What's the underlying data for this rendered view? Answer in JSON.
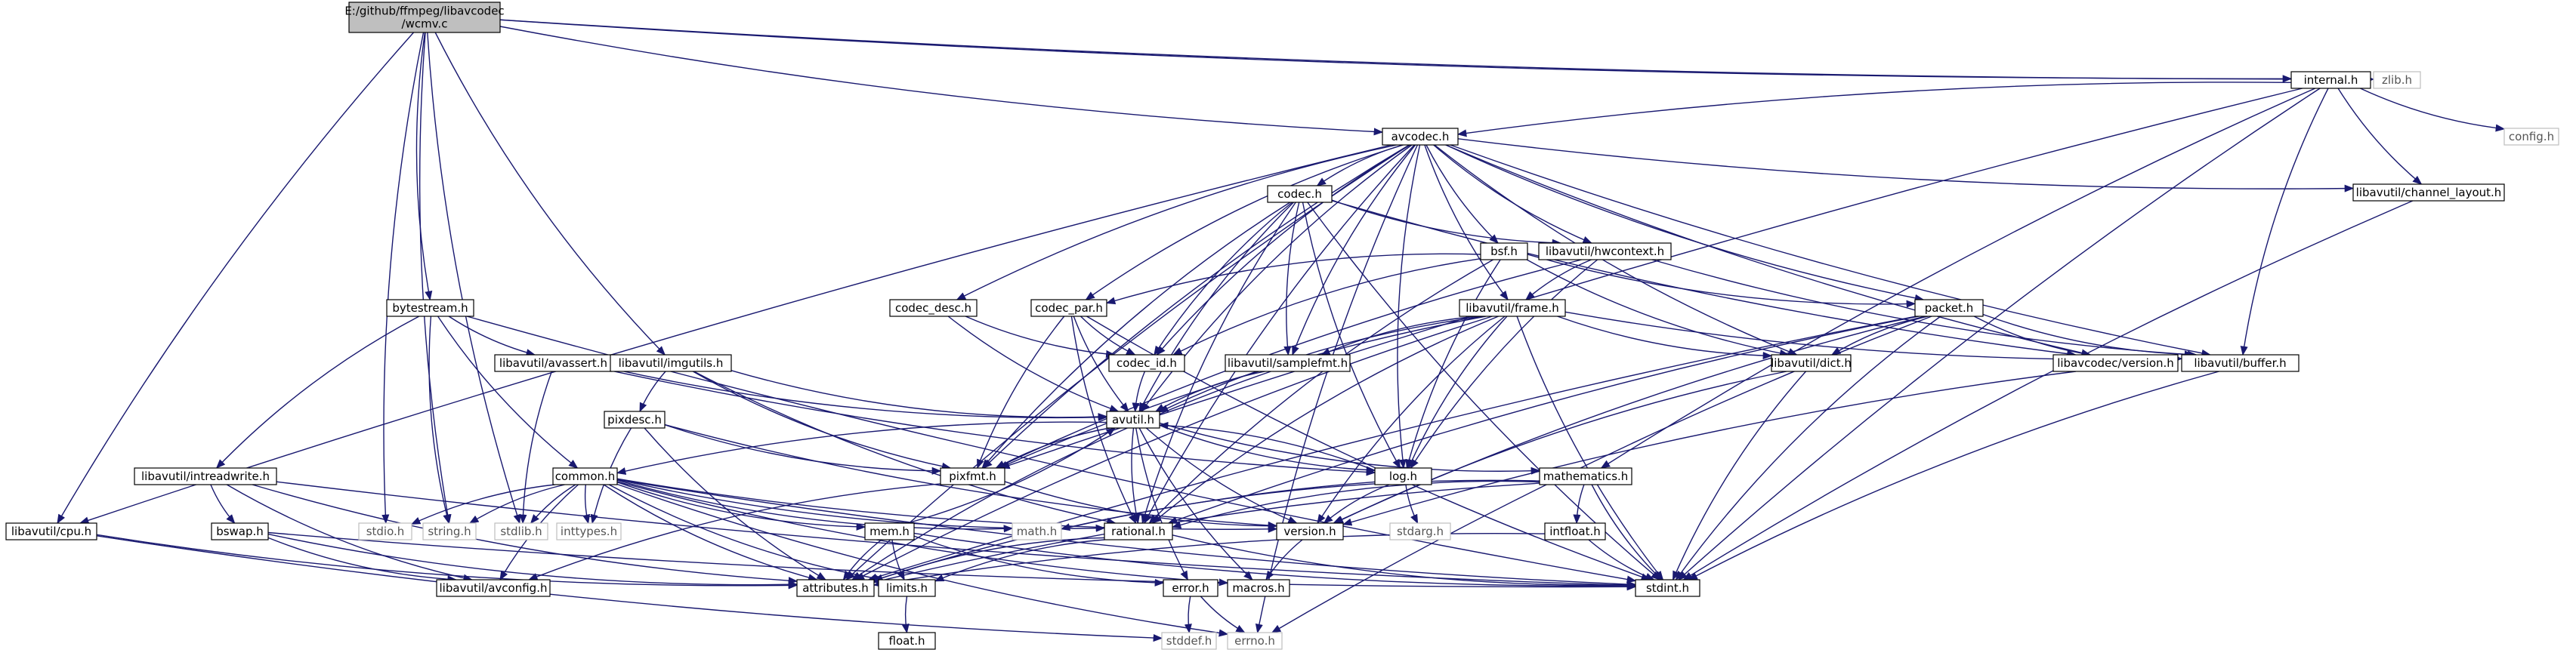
{
  "colors": {
    "edge": "#191970",
    "root_fill": "#bfbfbf",
    "node_border": "#000000",
    "system_border": "#bfbfbf"
  },
  "nodes": [
    {
      "id": "wcmv",
      "label": [
        "E:/github/ffmpeg/libavcodec",
        "/wcmv.c"
      ],
      "kind": "root"
    },
    {
      "id": "internal",
      "label": [
        "internal.h"
      ]
    },
    {
      "id": "zlib",
      "label": [
        "zlib.h"
      ],
      "kind": "sys"
    },
    {
      "id": "avcodec",
      "label": [
        "avcodec.h"
      ]
    },
    {
      "id": "config",
      "label": [
        "config.h"
      ],
      "kind": "sys"
    },
    {
      "id": "codec",
      "label": [
        "codec.h"
      ]
    },
    {
      "id": "chlayout",
      "label": [
        "libavutil/channel_layout.h"
      ]
    },
    {
      "id": "bsf",
      "label": [
        "bsf.h"
      ]
    },
    {
      "id": "hwcontext",
      "label": [
        "libavutil/hwcontext.h"
      ]
    },
    {
      "id": "bytestream",
      "label": [
        "bytestream.h"
      ]
    },
    {
      "id": "codecdesc",
      "label": [
        "codec_desc.h"
      ]
    },
    {
      "id": "codecpar",
      "label": [
        "codec_par.h"
      ]
    },
    {
      "id": "frame",
      "label": [
        "libavutil/frame.h"
      ]
    },
    {
      "id": "packet",
      "label": [
        "packet.h"
      ]
    },
    {
      "id": "avassert",
      "label": [
        "libavutil/avassert.h"
      ]
    },
    {
      "id": "imgutils",
      "label": [
        "libavutil/imgutils.h"
      ]
    },
    {
      "id": "codecid",
      "label": [
        "codec_id.h"
      ]
    },
    {
      "id": "samplefmt",
      "label": [
        "libavutil/samplefmt.h"
      ]
    },
    {
      "id": "dict",
      "label": [
        "libavutil/dict.h"
      ]
    },
    {
      "id": "lcversion",
      "label": [
        "libavcodec/version.h"
      ]
    },
    {
      "id": "buffer",
      "label": [
        "libavutil/buffer.h"
      ]
    },
    {
      "id": "pixdesc",
      "label": [
        "pixdesc.h"
      ]
    },
    {
      "id": "avutil",
      "label": [
        "avutil.h"
      ]
    },
    {
      "id": "intreadwrite",
      "label": [
        "libavutil/intreadwrite.h"
      ]
    },
    {
      "id": "common",
      "label": [
        "common.h"
      ]
    },
    {
      "id": "pixfmt",
      "label": [
        "pixfmt.h"
      ]
    },
    {
      "id": "log",
      "label": [
        "log.h"
      ]
    },
    {
      "id": "mathematics",
      "label": [
        "mathematics.h"
      ]
    },
    {
      "id": "cpu",
      "label": [
        "libavutil/cpu.h"
      ]
    },
    {
      "id": "bswap",
      "label": [
        "bswap.h"
      ]
    },
    {
      "id": "stdio",
      "label": [
        "stdio.h"
      ],
      "kind": "sys"
    },
    {
      "id": "string",
      "label": [
        "string.h"
      ],
      "kind": "sys"
    },
    {
      "id": "stdlib",
      "label": [
        "stdlib.h"
      ],
      "kind": "sys"
    },
    {
      "id": "inttypes",
      "label": [
        "inttypes.h"
      ],
      "kind": "sys"
    },
    {
      "id": "math",
      "label": [
        "math.h"
      ],
      "kind": "sys"
    },
    {
      "id": "mem",
      "label": [
        "mem.h"
      ]
    },
    {
      "id": "rational",
      "label": [
        "rational.h"
      ]
    },
    {
      "id": "version",
      "label": [
        "version.h"
      ]
    },
    {
      "id": "stdarg",
      "label": [
        "stdarg.h"
      ],
      "kind": "sys"
    },
    {
      "id": "intfloat",
      "label": [
        "intfloat.h"
      ]
    },
    {
      "id": "stdint",
      "label": [
        "stdint.h"
      ]
    },
    {
      "id": "avconfig",
      "label": [
        "libavutil/avconfig.h"
      ]
    },
    {
      "id": "attributes",
      "label": [
        "attributes.h"
      ]
    },
    {
      "id": "limits",
      "label": [
        "limits.h"
      ]
    },
    {
      "id": "macros",
      "label": [
        "macros.h"
      ]
    },
    {
      "id": "error",
      "label": [
        "error.h"
      ]
    },
    {
      "id": "floath",
      "label": [
        "float.h"
      ]
    },
    {
      "id": "stddef",
      "label": [
        "stddef.h"
      ],
      "kind": "sys"
    },
    {
      "id": "errno",
      "label": [
        "errno.h"
      ],
      "kind": "sys"
    }
  ],
  "edges": [
    [
      "wcmv",
      "internal"
    ],
    [
      "wcmv",
      "zlib"
    ],
    [
      "wcmv",
      "avcodec"
    ],
    [
      "wcmv",
      "bytestream"
    ],
    [
      "wcmv",
      "imgutils"
    ],
    [
      "wcmv",
      "stdio"
    ],
    [
      "wcmv",
      "string"
    ],
    [
      "wcmv",
      "stdlib"
    ],
    [
      "wcmv",
      "cpu"
    ],
    [
      "internal",
      "avcodec"
    ],
    [
      "internal",
      "config"
    ],
    [
      "internal",
      "chlayout"
    ],
    [
      "internal",
      "buffer"
    ],
    [
      "internal",
      "pixfmt"
    ],
    [
      "internal",
      "mathematics"
    ],
    [
      "internal",
      "stdint"
    ],
    [
      "avcodec",
      "codec"
    ],
    [
      "avcodec",
      "chlayout"
    ],
    [
      "avcodec",
      "bsf"
    ],
    [
      "avcodec",
      "hwcontext"
    ],
    [
      "avcodec",
      "codecdesc"
    ],
    [
      "avcodec",
      "codecpar"
    ],
    [
      "avcodec",
      "frame"
    ],
    [
      "avcodec",
      "packet"
    ],
    [
      "avcodec",
      "codecid"
    ],
    [
      "avcodec",
      "samplefmt"
    ],
    [
      "avcodec",
      "dict"
    ],
    [
      "avcodec",
      "lcversion"
    ],
    [
      "avcodec",
      "buffer"
    ],
    [
      "avcodec",
      "avutil"
    ],
    [
      "avcodec",
      "pixfmt"
    ],
    [
      "avcodec",
      "log"
    ],
    [
      "avcodec",
      "rational"
    ],
    [
      "avcodec",
      "attributes"
    ],
    [
      "avcodec",
      "cpu"
    ],
    [
      "avcodec",
      "errno"
    ],
    [
      "codec",
      "hwcontext"
    ],
    [
      "codec",
      "codecid"
    ],
    [
      "codec",
      "samplefmt"
    ],
    [
      "codec",
      "avutil"
    ],
    [
      "codec",
      "pixfmt"
    ],
    [
      "codec",
      "log"
    ],
    [
      "codec",
      "rational"
    ],
    [
      "codec",
      "lcversion"
    ],
    [
      "codec",
      "stdint"
    ],
    [
      "chlayout",
      "stdint"
    ],
    [
      "bsf",
      "codecpar"
    ],
    [
      "bsf",
      "packet"
    ],
    [
      "bsf",
      "codecid"
    ],
    [
      "bsf",
      "dict"
    ],
    [
      "bsf",
      "log"
    ],
    [
      "bsf",
      "rational"
    ],
    [
      "hwcontext",
      "frame"
    ],
    [
      "hwcontext",
      "buffer"
    ],
    [
      "hwcontext",
      "pixfmt"
    ],
    [
      "hwcontext",
      "log"
    ],
    [
      "bytestream",
      "intreadwrite"
    ],
    [
      "bytestream",
      "common"
    ],
    [
      "bytestream",
      "avassert"
    ],
    [
      "bytestream",
      "string"
    ],
    [
      "bytestream",
      "stdint"
    ],
    [
      "codecdesc",
      "codecid"
    ],
    [
      "codecdesc",
      "avutil"
    ],
    [
      "codecpar",
      "codecid"
    ],
    [
      "codecpar",
      "avutil"
    ],
    [
      "codecpar",
      "pixfmt"
    ],
    [
      "codecpar",
      "rational"
    ],
    [
      "codecpar",
      "stdint"
    ],
    [
      "frame",
      "avutil"
    ],
    [
      "frame",
      "buffer"
    ],
    [
      "frame",
      "dict"
    ],
    [
      "frame",
      "samplefmt"
    ],
    [
      "frame",
      "pixfmt"
    ],
    [
      "frame",
      "rational"
    ],
    [
      "frame",
      "log"
    ],
    [
      "frame",
      "version"
    ],
    [
      "frame",
      "stdint"
    ],
    [
      "frame",
      "attributes"
    ],
    [
      "packet",
      "buffer"
    ],
    [
      "packet",
      "dict"
    ],
    [
      "packet",
      "lcversion"
    ],
    [
      "packet",
      "attributes"
    ],
    [
      "packet",
      "rational"
    ],
    [
      "packet",
      "version"
    ],
    [
      "packet",
      "stdint"
    ],
    [
      "packet",
      "errno"
    ],
    [
      "avassert",
      "avutil"
    ],
    [
      "avassert",
      "log"
    ],
    [
      "avassert",
      "stdlib"
    ],
    [
      "imgutils",
      "avutil"
    ],
    [
      "imgutils",
      "pixdesc"
    ],
    [
      "imgutils",
      "pixfmt"
    ],
    [
      "imgutils",
      "rational"
    ],
    [
      "codecid",
      "avutil"
    ],
    [
      "samplefmt",
      "avutil"
    ],
    [
      "samplefmt",
      "attributes"
    ],
    [
      "dict",
      "stdint"
    ],
    [
      "dict",
      "version"
    ],
    [
      "lcversion",
      "version"
    ],
    [
      "buffer",
      "stdint"
    ],
    [
      "pixdesc",
      "attributes"
    ],
    [
      "pixdesc",
      "pixfmt"
    ],
    [
      "pixdesc",
      "version"
    ],
    [
      "pixdesc",
      "inttypes"
    ],
    [
      "avutil",
      "common"
    ],
    [
      "avutil",
      "error"
    ],
    [
      "avutil",
      "rational"
    ],
    [
      "avutil",
      "version"
    ],
    [
      "avutil",
      "macros"
    ],
    [
      "avutil",
      "mathematics"
    ],
    [
      "avutil",
      "log"
    ],
    [
      "avutil",
      "pixfmt"
    ],
    [
      "intreadwrite",
      "avconfig"
    ],
    [
      "intreadwrite",
      "attributes"
    ],
    [
      "intreadwrite",
      "bswap"
    ],
    [
      "intreadwrite",
      "stdint"
    ],
    [
      "common",
      "errno"
    ],
    [
      "common",
      "inttypes"
    ],
    [
      "common",
      "limits"
    ],
    [
      "common",
      "math"
    ],
    [
      "common",
      "stdint"
    ],
    [
      "common",
      "stdlib"
    ],
    [
      "common",
      "string"
    ],
    [
      "common",
      "stdio"
    ],
    [
      "common",
      "attributes"
    ],
    [
      "common",
      "macros"
    ],
    [
      "common",
      "version"
    ],
    [
      "common",
      "avconfig"
    ],
    [
      "common",
      "mem"
    ],
    [
      "common",
      "rational"
    ],
    [
      "pixfmt",
      "avconfig"
    ],
    [
      "pixfmt",
      "version"
    ],
    [
      "log",
      "stdarg"
    ],
    [
      "log",
      "attributes"
    ],
    [
      "log",
      "version"
    ],
    [
      "log",
      "avutil"
    ],
    [
      "mathematics",
      "stdint"
    ],
    [
      "mathematics",
      "math"
    ],
    [
      "mathematics",
      "attributes"
    ],
    [
      "mathematics",
      "rational"
    ],
    [
      "mathematics",
      "intfloat"
    ],
    [
      "cpu",
      "attributes"
    ],
    [
      "cpu",
      "stddef"
    ],
    [
      "bswap",
      "avconfig"
    ],
    [
      "bswap",
      "attributes"
    ],
    [
      "bswap",
      "stdint"
    ],
    [
      "mem",
      "attributes"
    ],
    [
      "mem",
      "error"
    ],
    [
      "mem",
      "avutil"
    ],
    [
      "mem",
      "limits"
    ],
    [
      "mem",
      "stdint"
    ],
    [
      "rational",
      "stdint"
    ],
    [
      "rational",
      "limits"
    ],
    [
      "rational",
      "attributes"
    ],
    [
      "version",
      "macros"
    ],
    [
      "intfloat",
      "stdint"
    ],
    [
      "intfloat",
      "attributes"
    ],
    [
      "limits",
      "floath"
    ],
    [
      "error",
      "errno"
    ],
    [
      "error",
      "stddef"
    ]
  ]
}
